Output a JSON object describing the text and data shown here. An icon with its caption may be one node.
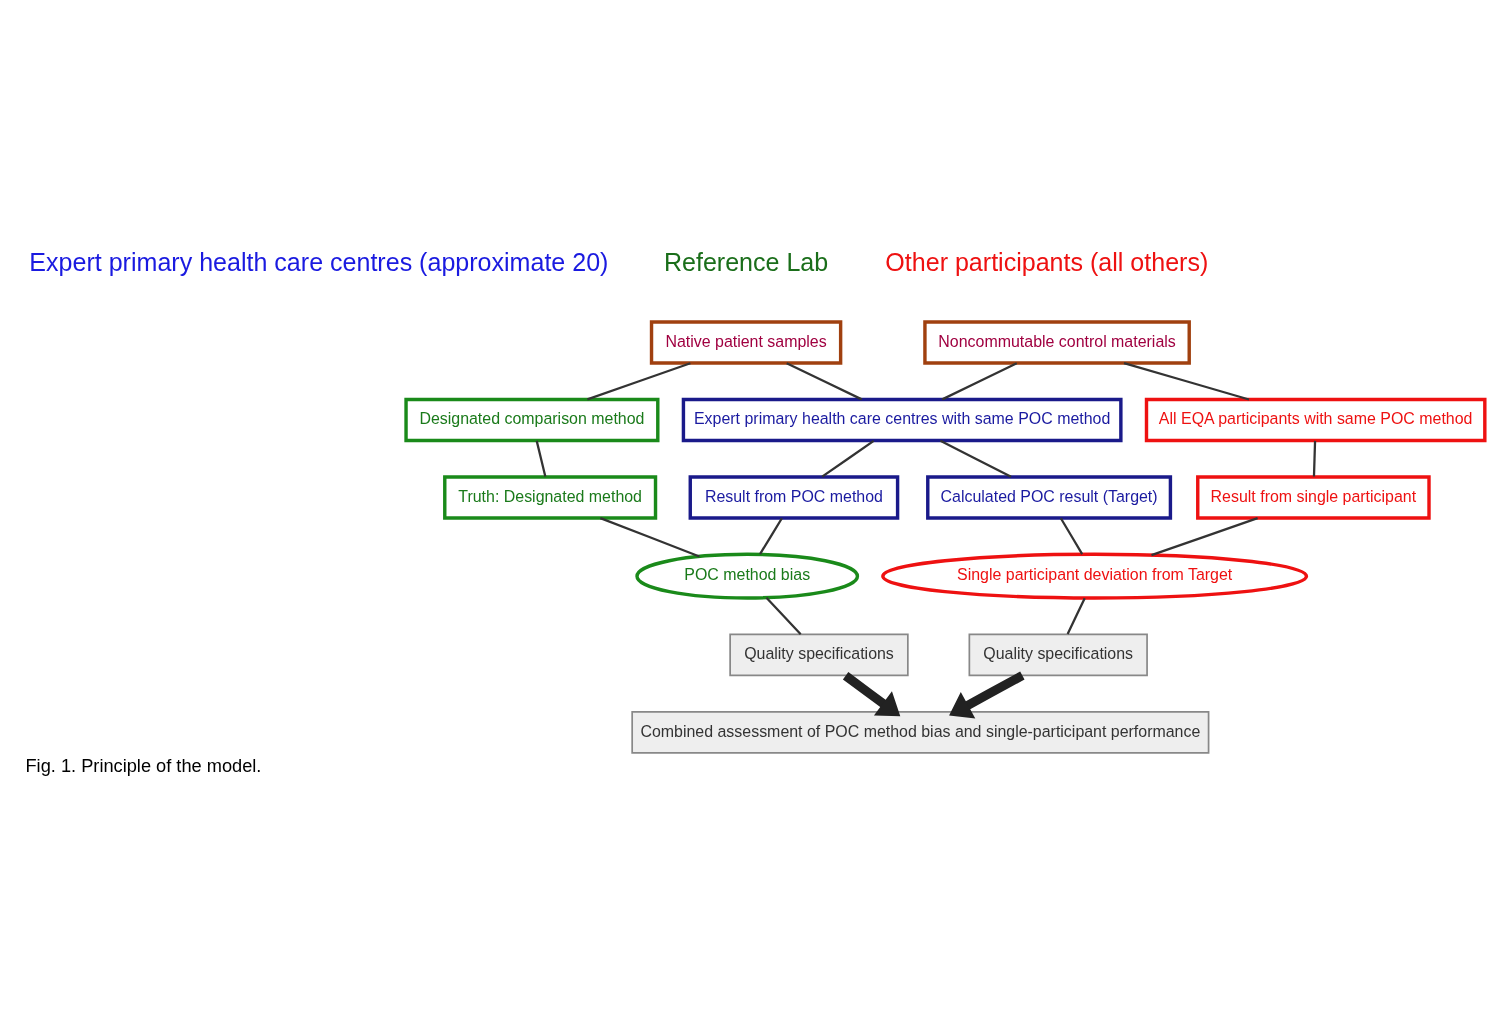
{
  "diagram": {
    "caption": "Fig. 1. Principle of the model.",
    "nodes": [
      {
        "text": [
          "Native patient samples"
        ]
      },
      {
        "text": [
          "Noncommutable control materials"
        ]
      },
      {
        "text": [
          "Designated comparison method"
        ]
      },
      {
        "text": [
          "Expert primary health care centres with same POC method"
        ]
      },
      {
        "text": [
          "All EQA participants with same POC method"
        ]
      },
      {
        "text": [
          "Truth: Designated method"
        ]
      },
      {
        "text": [
          "Result from POC method"
        ]
      },
      {
        "text": [
          "Calculated POC result (Target)"
        ]
      },
      {
        "text": [
          "Result from single participant"
        ]
      },
      {
        "text": [
          "POC method bias"
        ]
      },
      {
        "text": [
          "Single participant deviation from Target"
        ]
      },
      {
        "text": [
          "Quality specifications"
        ]
      },
      {
        "text": [
          "Quality specifications"
        ]
      },
      {
        "text": [
          "Combined assessment of POC method bias and single-participant performance"
        ]
      }
    ],
    "edges": [
      {
        "from": 0,
        "to": 2,
        "arrow": "none"
      },
      {
        "from": 0,
        "to": 3,
        "arrow": "none"
      },
      {
        "from": 1,
        "to": 3,
        "arrow": "none"
      },
      {
        "from": 1,
        "to": 4,
        "arrow": "none"
      },
      {
        "from": 2,
        "to": 5,
        "arrow": "none"
      },
      {
        "from": 3,
        "to": 6,
        "arrow": "none"
      },
      {
        "from": 3,
        "to": 7,
        "arrow": "none"
      },
      {
        "from": 4,
        "to": 8,
        "arrow": "none"
      },
      {
        "from": 5,
        "to": 9,
        "arrow": "none"
      },
      {
        "from": 6,
        "to": 9,
        "arrow": "none"
      },
      {
        "from": 7,
        "to": 10,
        "arrow": "none"
      },
      {
        "from": 8,
        "to": 10,
        "arrow": "none"
      },
      {
        "from": 9,
        "to": 11,
        "arrow": "none"
      },
      {
        "from": 10,
        "to": 12,
        "arrow": "none"
      },
      {
        "from": 11,
        "to": 13,
        "arrow": "to",
        "style": "thick"
      },
      {
        "from": 12,
        "to": 13,
        "arrow": "to",
        "style": "thick"
      }
    ],
    "labels": [
      "Expert primary health care centres (approximate 20)",
      "Reference Lab",
      "Other participants (all others)"
    ]
  }
}
